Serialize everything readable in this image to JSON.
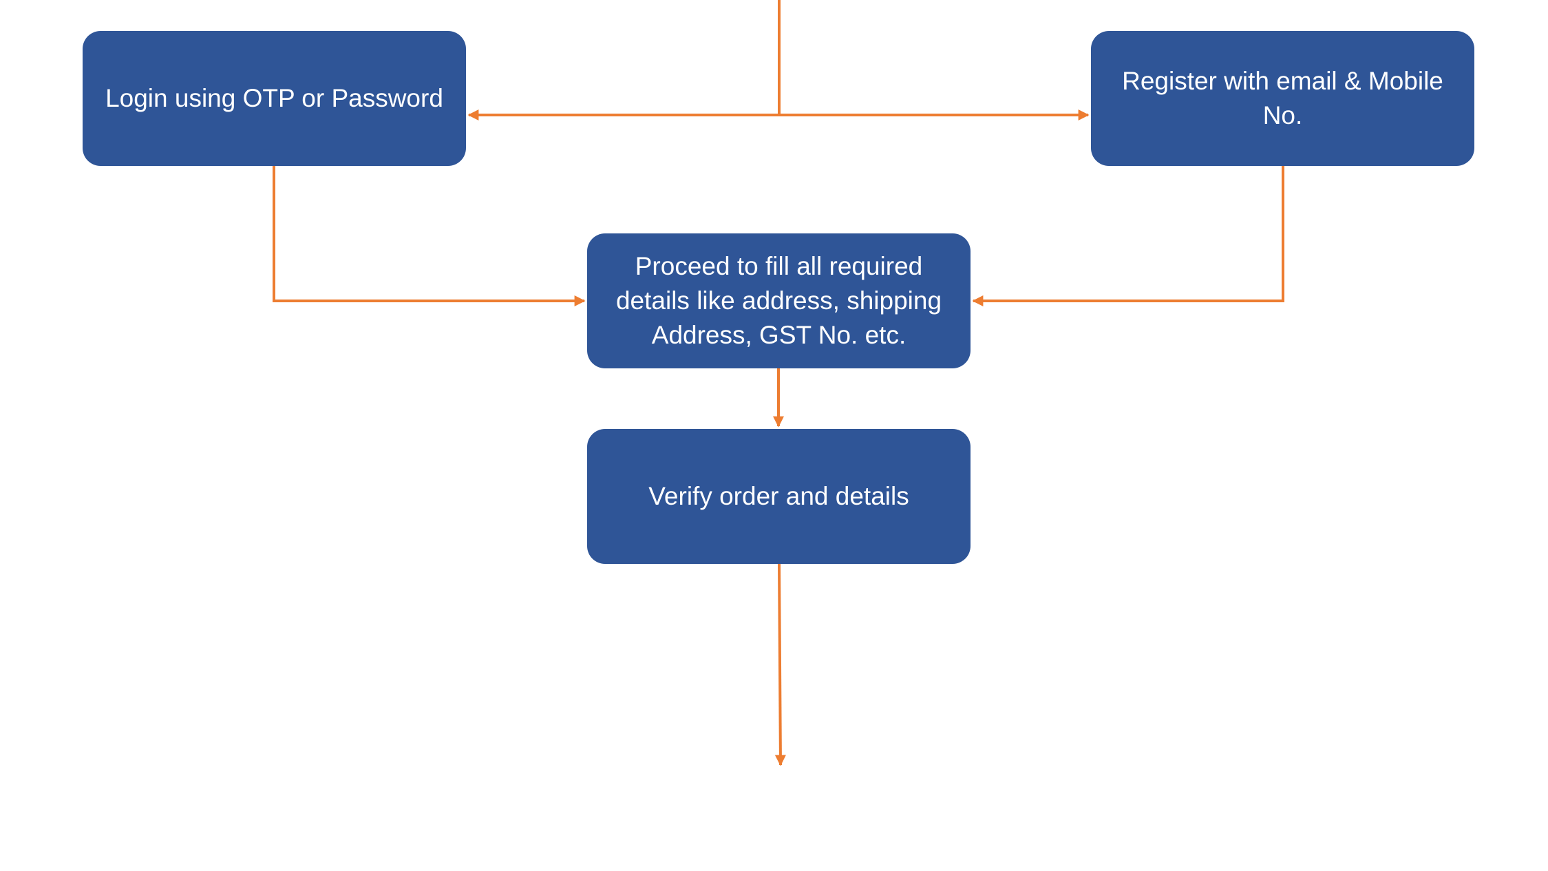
{
  "diagram": {
    "nodes": {
      "login": "Login using OTP or Password",
      "register": "Register with email & Mobile No.",
      "details": "Proceed to fill all required details like address, shipping Address, GST No. etc.",
      "verify": "Verify order and details"
    },
    "colors": {
      "node_fill": "#2f5597",
      "node_text": "#ffffff",
      "connector": "#ed7d31",
      "background": "#ffffff"
    },
    "edges": [
      {
        "from": "incoming",
        "to": "login"
      },
      {
        "from": "incoming",
        "to": "register"
      },
      {
        "from": "login",
        "to": "details"
      },
      {
        "from": "register",
        "to": "details"
      },
      {
        "from": "details",
        "to": "verify"
      },
      {
        "from": "verify",
        "to": "outgoing"
      }
    ]
  }
}
